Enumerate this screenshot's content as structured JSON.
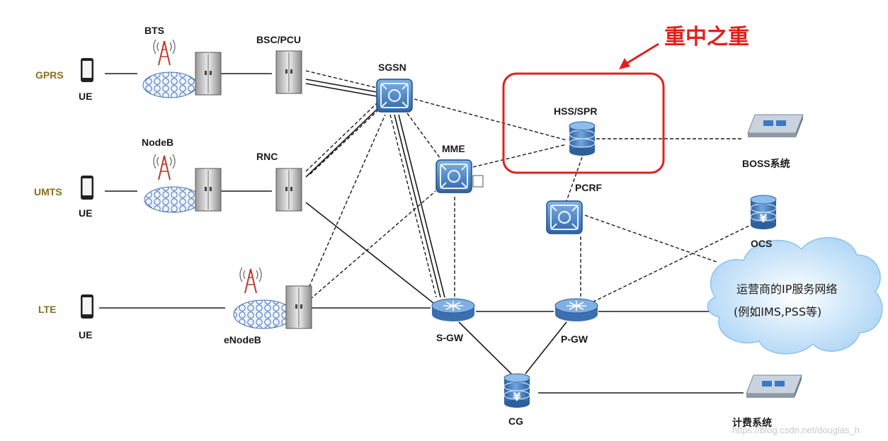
{
  "highlight": {
    "title": "重中之重",
    "color": "#e0201c"
  },
  "access_networks": {
    "gprs": "GPRS",
    "umts": "UMTS",
    "lte": "LTE"
  },
  "terminals": {
    "ue_gprs": "UE",
    "ue_umts": "UE",
    "ue_lte": "UE"
  },
  "radio": {
    "bts": "BTS",
    "nodeb": "NodeB",
    "enodeb": "eNodeB"
  },
  "controllers": {
    "bsc_pcu": "BSC/PCU",
    "rnc": "RNC"
  },
  "core": {
    "sgsn": "SGSN",
    "mme": "MME",
    "hss_spr": "HSS/SPR",
    "pcrf": "PCRF",
    "sgw": "S-GW",
    "pgw": "P-GW",
    "cg": "CG",
    "ocs": "OCS"
  },
  "systems": {
    "boss": "BOSS系统",
    "billing": "计费系统"
  },
  "cloud": {
    "line1": "运营商的IP服务网络",
    "line2": "(例如IMS,PSS等)"
  },
  "watermark": "https://blog.csdn.net/douglas_h",
  "colors": {
    "net_label": "#8a6d1f",
    "device_blue": "#3f7fc9",
    "cloud_blue": "#b9dcf7"
  },
  "icons": {
    "phone": "phone-icon",
    "tower": "antenna-tower-icon",
    "cabinet": "server-cabinet-icon",
    "switch": "network-switch-icon",
    "router": "router-icon",
    "database": "database-icon",
    "panel": "equipment-panel-icon",
    "cloud": "cloud-icon",
    "arrow": "arrow-icon"
  }
}
